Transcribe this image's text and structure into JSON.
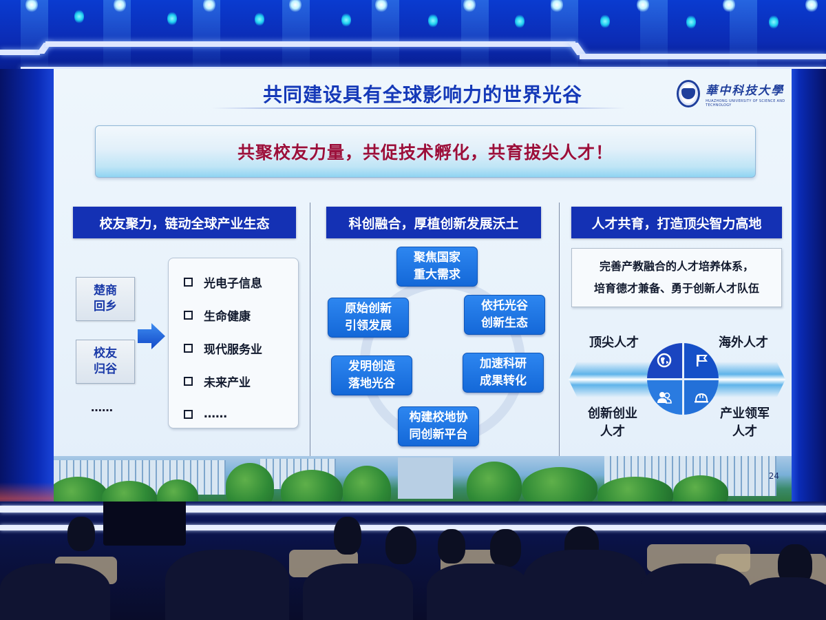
{
  "slide": {
    "title": "共同建设具有全球影响力的世界光谷",
    "logo": {
      "name_cn": "華中科技大學",
      "name_en": "HUAZHONG UNIVERSITY OF SCIENCE AND TECHNOLOGY",
      "icon": "university-emblem-icon"
    },
    "banner": "共聚校友力量，共促技术孵化，共育拔尖人才！",
    "page_number": "24",
    "columns": [
      {
        "heading": "校友聚力，链动全球产业生态",
        "sources": [
          "楚商\n回乡",
          "校友\n归谷",
          "……"
        ],
        "arrow_icon": "right-arrow-icon",
        "industries": [
          "光电子信息",
          "生命健康",
          "现代服务业",
          "未来产业",
          "……"
        ]
      },
      {
        "heading": "科创融合，厚植创新发展沃土",
        "cycle_nodes": [
          "聚焦国家\n重大需求",
          "依托光谷\n创新生态",
          "加速科研\n成果转化",
          "构建校地协\n同创新平台",
          "发明创造\n落地光谷",
          "原始创新\n引领发展"
        ]
      },
      {
        "heading": "人才共育，打造顶尖智力高地",
        "description": [
          "完善产教融合的人才培养体系，",
          "培育德才兼备、勇于创新人才队伍"
        ],
        "talent_types": [
          {
            "label": "顶尖人才",
            "icon": "globe-icon"
          },
          {
            "label": "海外人才",
            "icon": "flag-icon"
          },
          {
            "label": "创新创业\n人才",
            "icon": "people-icon"
          },
          {
            "label": "产业领军\n人才",
            "icon": "hard-hat-icon"
          }
        ]
      }
    ]
  },
  "colors": {
    "title_blue": "#1539b8",
    "banner_red": "#9b0f3a",
    "heading_bg": "#1431b4",
    "node_blue": "#1f78e6",
    "stage_blue": "#0a2bb6"
  }
}
